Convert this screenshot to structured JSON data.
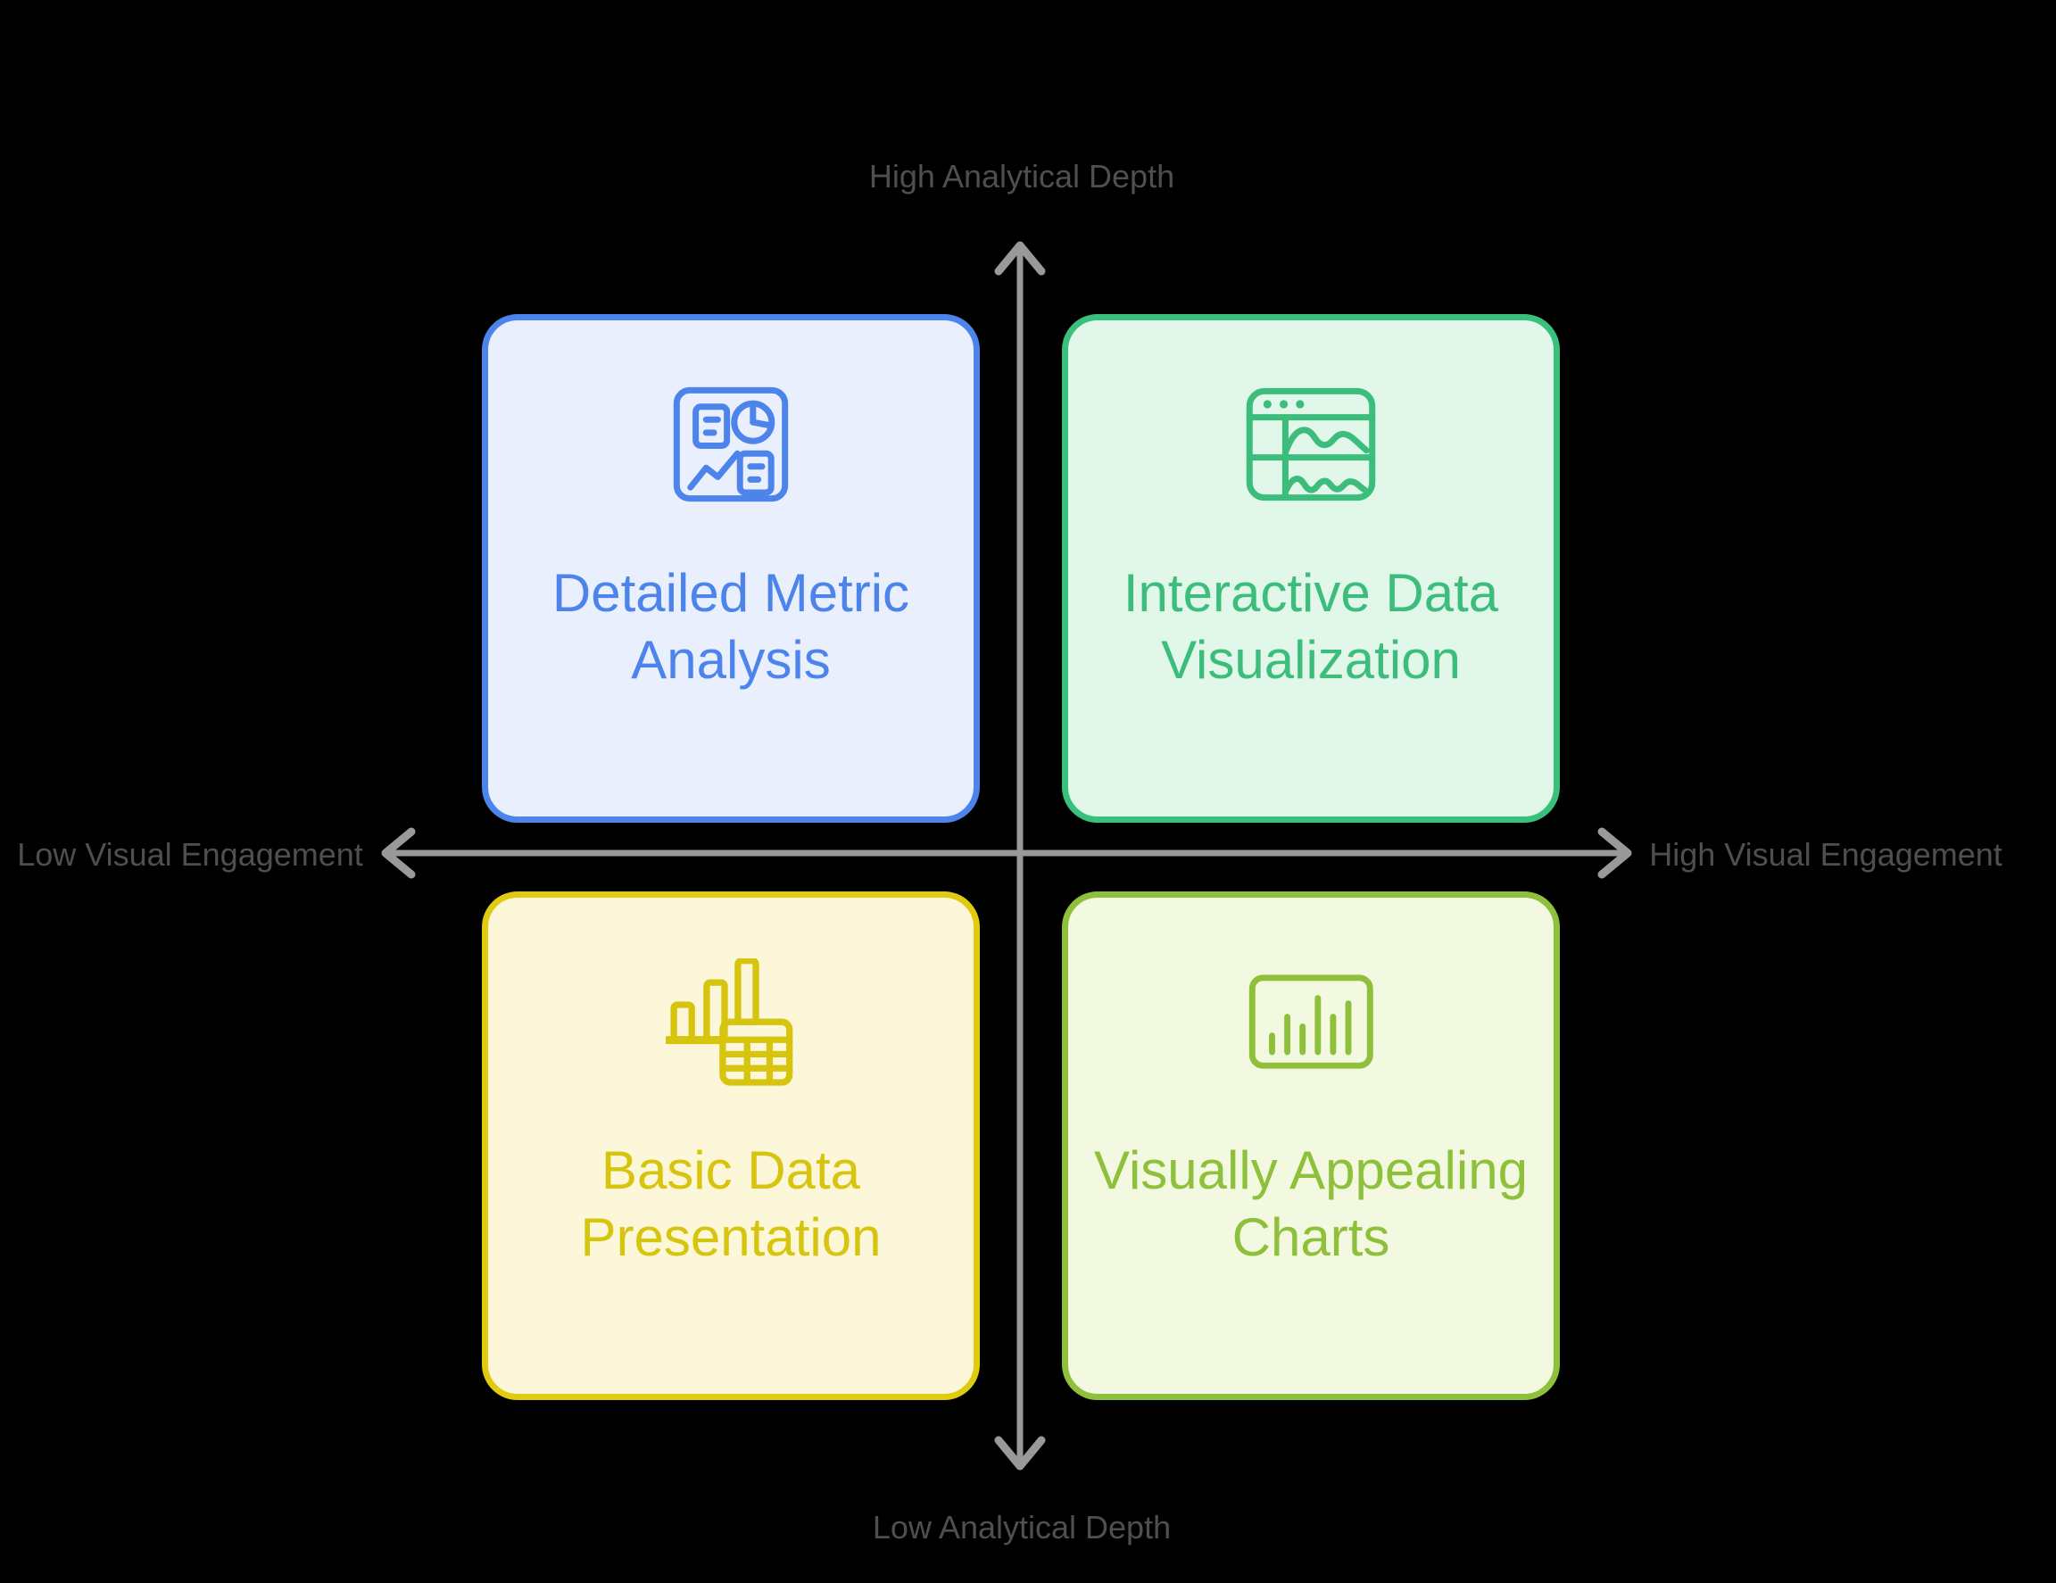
{
  "diagram": {
    "background_color": "#000000",
    "axes": {
      "top_label": "High Analytical Depth",
      "bottom_label": "Low Analytical Depth",
      "left_label": "Low Visual Engagement",
      "right_label": "High Visual Engagement",
      "line_color": "#999999",
      "label_color": "#4f4f4f"
    },
    "quadrants": {
      "top_left": {
        "label": "Detailed Metric\nAnalysis",
        "icon": "dashboard-icon",
        "accent": "#4c84eb",
        "fill": "#e9effc"
      },
      "top_right": {
        "label": "Interactive Data\nVisualization",
        "icon": "browser-waves-icon",
        "accent": "#39c17c",
        "fill": "#e0f7ea"
      },
      "bottom_left": {
        "label": "Basic Data\nPresentation",
        "icon": "bars-table-icon",
        "accent": "#e1cb10",
        "fill": "#fcf7d8"
      },
      "bottom_right": {
        "label": "Visually Appealing\nCharts",
        "icon": "bar-chart-icon",
        "accent": "#8fc03c",
        "fill": "#f3f9e1"
      }
    }
  }
}
